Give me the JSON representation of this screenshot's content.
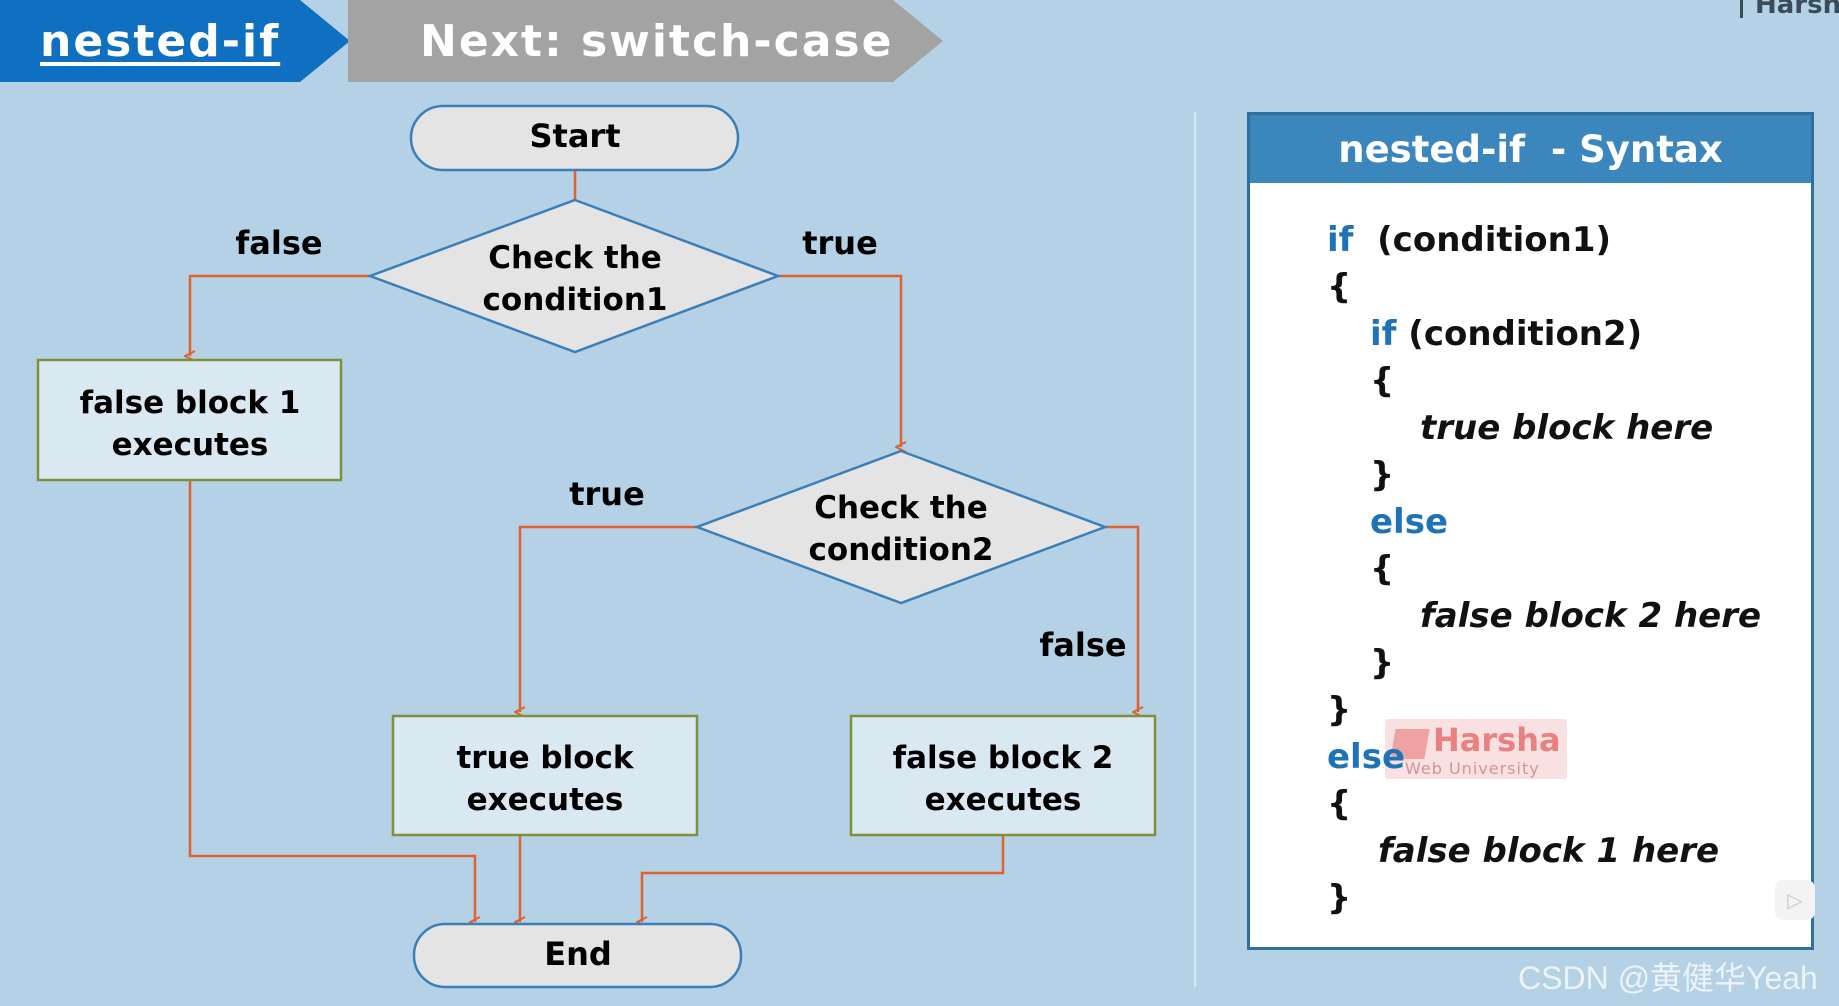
{
  "tabs": {
    "current": "nested-if",
    "next": "Next: switch-case"
  },
  "top_right_label": "Harsha",
  "flowchart": {
    "start": "Start",
    "end": "End",
    "decision1": [
      "Check the",
      "condition1"
    ],
    "decision2": [
      "Check the",
      "condition2"
    ],
    "false_block1": [
      "false block 1",
      "executes"
    ],
    "true_block": [
      "true block",
      "executes"
    ],
    "false_block2": [
      "false block 2",
      "executes"
    ],
    "labels": {
      "d1_false": "false",
      "d1_true": "true",
      "d2_true": "true",
      "d2_false": "false"
    }
  },
  "syntax": {
    "title": "nested-if  - Syntax",
    "kw_if": "if",
    "cond1": "(condition1)",
    "cond2": "(condition2)",
    "kw_else": "else",
    "brace_open": "{",
    "brace_close": "}",
    "true_block_here": "true block here",
    "false_block2_here": "false block 2 here",
    "false_block1_here": "false block 1 here"
  },
  "watermark": {
    "title": "Harsha",
    "subtitle": "Web University"
  },
  "csdn_watermark": "CSDN @黄健华Yeah",
  "colors": {
    "background": "#b4d1e6",
    "connector": "#e0622f",
    "node_fill": "#dae8f1",
    "node_border": "#7f8f3a",
    "keyword": "#1d72b8",
    "header": "#3b86bd"
  }
}
